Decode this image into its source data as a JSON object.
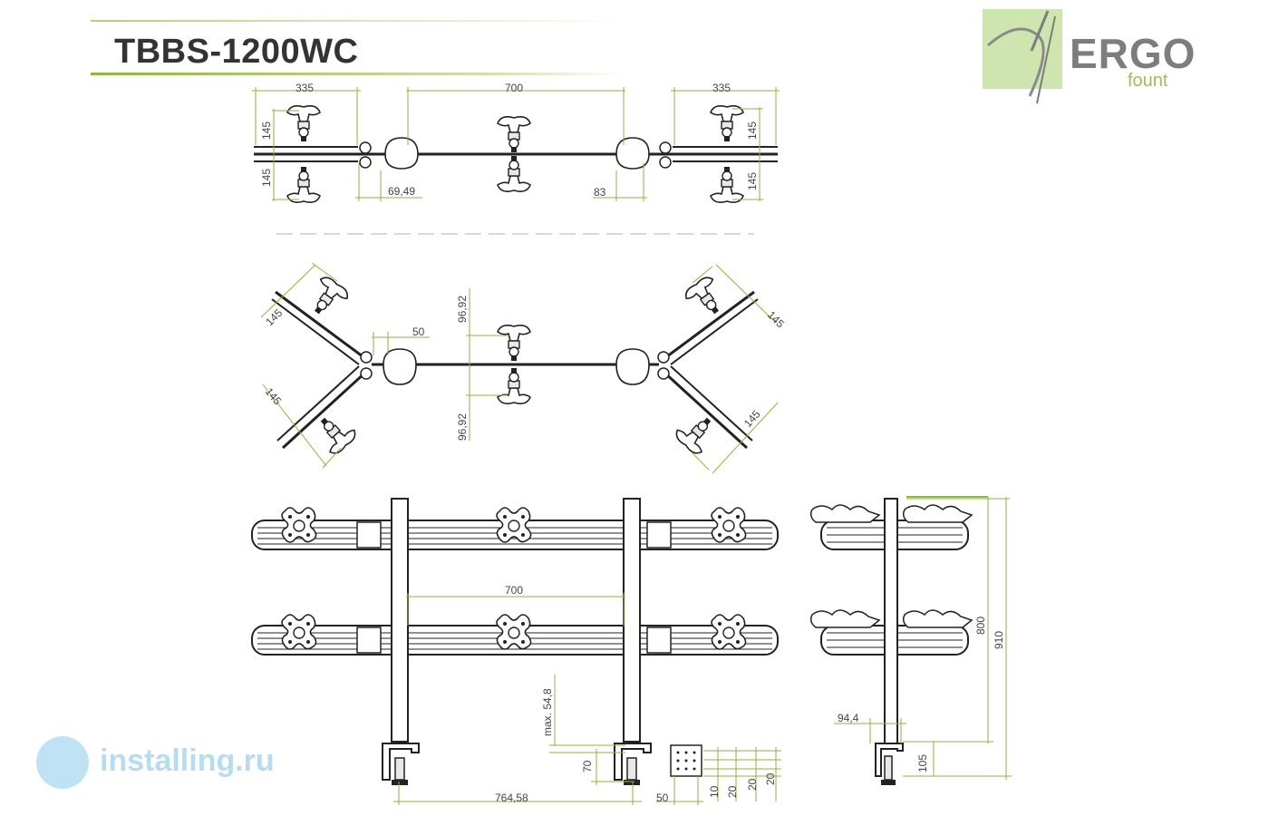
{
  "title": "TBBS-1200WC",
  "logo": {
    "wordmark": "ERGO",
    "sub": "fount",
    "color_green": "#9bc05a",
    "color_grey": "#7d7d7d"
  },
  "watermark": {
    "text": "installing.ru"
  },
  "colors": {
    "dimension_line": "#8cb63c",
    "drawing_line": "#222222",
    "part_fill": "#e8e8e8"
  },
  "dimensions": {
    "top_left_width": "335",
    "top_center_width": "700",
    "top_right_width": "335",
    "top_left_upper": "145",
    "top_left_lower": "145",
    "top_right_upper": "145",
    "top_right_lower": "145",
    "top_offset_left": "69,49",
    "top_offset_right": "83",
    "mid_arm_ul": "145",
    "mid_arm_ll": "145",
    "mid_arm_ur": "145",
    "mid_arm_lr": "145",
    "mid_upper_angle": "96,92",
    "mid_lower_angle": "96,92",
    "mid_offset": "50",
    "front_center_width": "700",
    "front_max_height": "max. 54,8",
    "front_clamp_height": "70",
    "front_base_width": "764,58",
    "front_small_width": "50",
    "front_d1": "10",
    "front_d2": "20",
    "front_d3": "20",
    "front_d4": "20",
    "side_offset": "94,4",
    "side_height_800": "800",
    "side_height_910": "910",
    "side_clamp_105": "105"
  }
}
